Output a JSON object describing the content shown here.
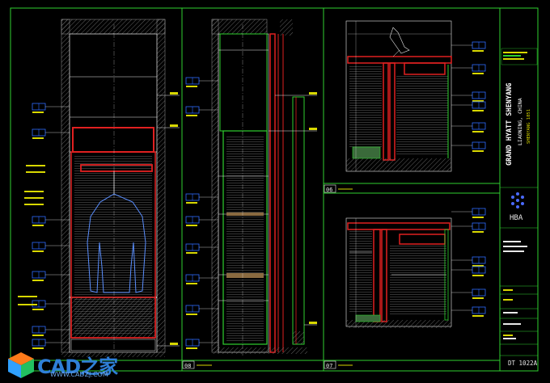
{
  "colors": {
    "background": "#000000",
    "frame": "#2fd02f",
    "wall": "#e02020",
    "hatch": "#9a9a9a",
    "label": "#2f6cff",
    "text": "#d8d800",
    "white": "#e8e8e8",
    "accent": "#ffffff"
  },
  "title_block": {
    "project_name": "GRAND HYATT SHENYANG",
    "project_location": "LIAONING, CHINA",
    "project_no": "SHENYANG 1851",
    "firm": "HBA",
    "drawing_no": "DT 1022A"
  },
  "views": [
    {
      "tag": "06"
    },
    {
      "tag": "07"
    },
    {
      "tag": "08"
    }
  ],
  "watermark": {
    "brand": "CAD之家",
    "url": "WWW.CADZJ.COM"
  }
}
